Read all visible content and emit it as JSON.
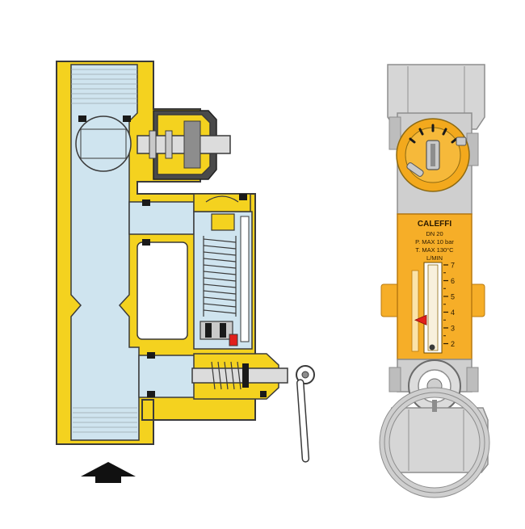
{
  "colors": {
    "brass": "#f4d21f",
    "brass_dark": "#d9b200",
    "outline": "#3a3a3a",
    "glass": "#cfe4ef",
    "steel": "#c9c9c9",
    "steel_dark": "#8d8d8d",
    "label_panel": "#f6ae28",
    "knob_orange": "#f3a91d",
    "indicator_red": "#e0201c",
    "seal_black": "#1a1a1a",
    "arrow": "#111111"
  },
  "label": {
    "brand": "CALEFFI",
    "size": "DN 20",
    "pressure_max": "P. MAX 10 bar",
    "temp_max": "T. MAX 130°C",
    "unit": "L/MIN"
  },
  "scale": {
    "ticks": [
      "7",
      "6",
      "5",
      "4",
      "3",
      "2"
    ],
    "indicator_value": 3.5
  },
  "icons": {
    "flow_arrow": "up-arrow-icon",
    "float_indicator": "triangle-indicator-icon",
    "adjust_knob": "knob-icon"
  }
}
